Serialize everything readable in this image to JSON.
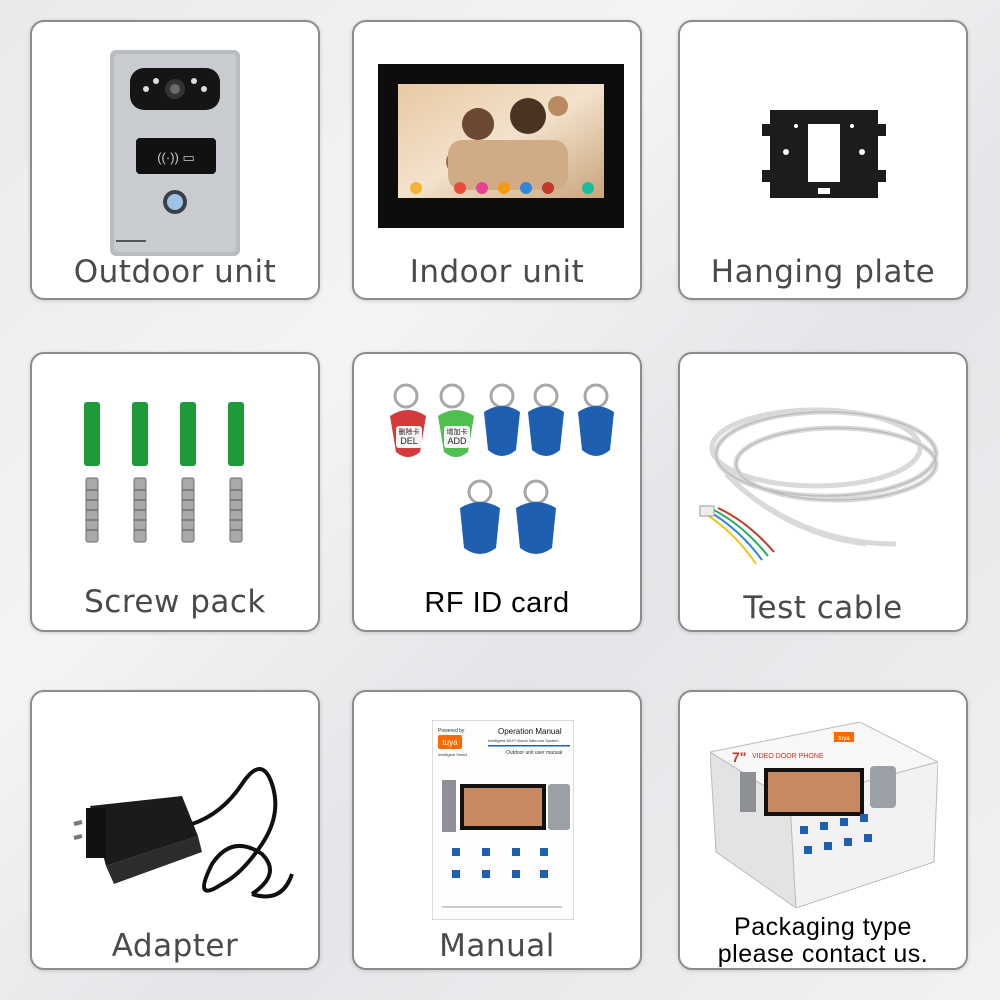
{
  "items": [
    {
      "label": "Outdoor unit"
    },
    {
      "label": "Indoor unit"
    },
    {
      "label": "Hanging plate"
    },
    {
      "label": "Screw pack"
    },
    {
      "label": "RF ID card"
    },
    {
      "label": "Test cable"
    },
    {
      "label": "Adapter"
    },
    {
      "label": "Manual"
    },
    {
      "label_line1": "Packaging type",
      "label_line2": "please contact us."
    }
  ],
  "rfid": {
    "del_tag": "DEL",
    "add_tag": "ADD",
    "del_cn": "删除卡",
    "add_cn": "增加卡"
  },
  "manual": {
    "powered_by": "Powered by",
    "brand": "tuya",
    "brand_sub": "Intelligent Smart",
    "title": "Operation Manual",
    "subtitle": "Intelligent Wi-Fi Visual Intercom System",
    "section": "Outdoor unit user manual"
  },
  "box": {
    "size": "7\"",
    "title": "VIDEO DOOR PHONE",
    "brand": "tuya"
  },
  "colors": {
    "card_border": "#8c8c8c",
    "label_text": "#4a4a4a",
    "tag_blue": "#1e5fb0",
    "plug_green": "#1f9a3a"
  }
}
